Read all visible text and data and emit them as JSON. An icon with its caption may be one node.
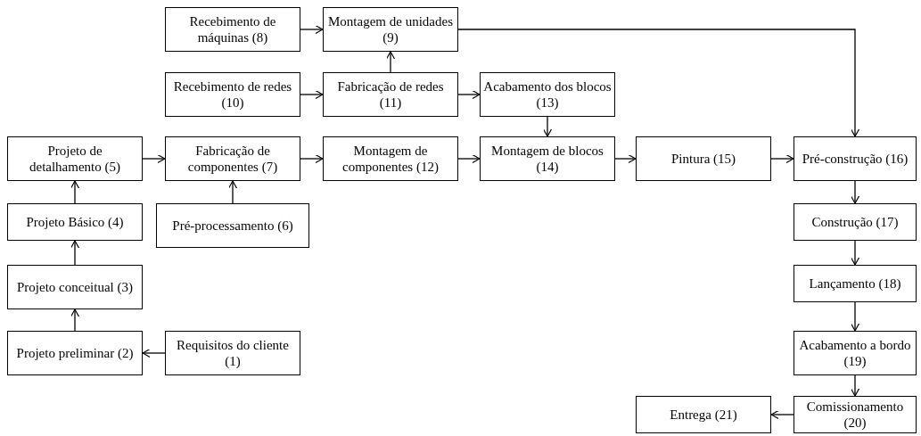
{
  "diagram": {
    "nodes": [
      {
        "text": [
          "Recebimento de máquinas (8)"
        ]
      },
      {
        "text": [
          "Montagem de unidades (9)"
        ]
      },
      {
        "text": [
          "Recebimento de redes (10)"
        ]
      },
      {
        "text": [
          "Fabricação de redes (11)"
        ]
      },
      {
        "text": [
          "Acabamento dos blocos (13)"
        ]
      },
      {
        "text": [
          "Projeto de detalhamento (5)"
        ]
      },
      {
        "text": [
          "Fabricação de componentes (7)"
        ]
      },
      {
        "text": [
          "Montagem de componentes (12)"
        ]
      },
      {
        "text": [
          "Montagem de blocos (14)"
        ]
      },
      {
        "text": [
          "Pintura (15)"
        ]
      },
      {
        "text": [
          "Pré-construção (16)"
        ]
      },
      {
        "text": [
          "Projeto Básico (4)"
        ]
      },
      {
        "text": [
          "Pré-processamento (6)"
        ]
      },
      {
        "text": [
          "Construção (17)"
        ]
      },
      {
        "text": [
          "Projeto conceitual (3)"
        ]
      },
      {
        "text": [
          "Lançamento (18)"
        ]
      },
      {
        "text": [
          "Projeto preliminar (2)"
        ]
      },
      {
        "text": [
          "Requisitos do cliente (1)"
        ]
      },
      {
        "text": [
          "Acabamento a bordo (19)"
        ]
      },
      {
        "text": [
          "Entrega (21)"
        ]
      },
      {
        "text": [
          "Comissionamento (20)"
        ]
      }
    ],
    "edges": [
      {
        "from": 17,
        "to": 16,
        "arrow": "to"
      },
      {
        "from": 16,
        "to": 14,
        "arrow": "to"
      },
      {
        "from": 14,
        "to": 11,
        "arrow": "to"
      },
      {
        "from": 11,
        "to": 5,
        "arrow": "to"
      },
      {
        "from": 5,
        "to": 6,
        "arrow": "to"
      },
      {
        "from": 12,
        "to": 6,
        "arrow": "to"
      },
      {
        "from": 6,
        "to": 7,
        "arrow": "to"
      },
      {
        "from": 7,
        "to": 8,
        "arrow": "to"
      },
      {
        "from": 4,
        "to": 8,
        "arrow": "to"
      },
      {
        "from": 2,
        "to": 3,
        "arrow": "to"
      },
      {
        "from": 3,
        "to": 4,
        "arrow": "to"
      },
      {
        "from": 3,
        "to": 1,
        "arrow": "to"
      },
      {
        "from": 0,
        "to": 1,
        "arrow": "to"
      },
      {
        "from": 8,
        "to": 9,
        "arrow": "to"
      },
      {
        "from": 9,
        "to": 10,
        "arrow": "to"
      },
      {
        "from": 1,
        "to": 10,
        "arrow": "to"
      },
      {
        "from": 10,
        "to": 13,
        "arrow": "to"
      },
      {
        "from": 13,
        "to": 15,
        "arrow": "to"
      },
      {
        "from": 15,
        "to": 18,
        "arrow": "to"
      },
      {
        "from": 18,
        "to": 20,
        "arrow": "to"
      },
      {
        "from": 20,
        "to": 19,
        "arrow": "to"
      }
    ]
  }
}
